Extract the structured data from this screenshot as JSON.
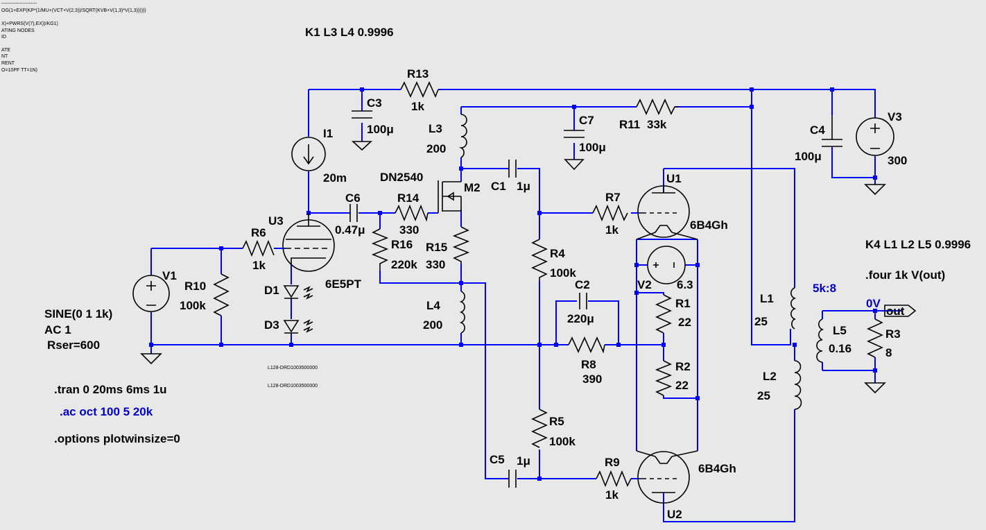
{
  "header_lines": [
    "----------------------",
    "OG(1+EXP(KP*(1/MU+(VCT+V(2,3))/SQRT(KVB+V(1,3)*V(1,3))))))",
    "",
    "X)+PWRS(V(7),EX))/KG1)",
    "ATING NODES",
    "ID",
    "",
    "ATE",
    "NT",
    "RENT",
    "O=10PF TT=1N)"
  ],
  "directives": {
    "k1": "K1 L3 L4 0.9996",
    "k4": "K4 L1 L2 L5 0.9996",
    "four": ".four 1k V(out)",
    "tran": ".tran 0 20ms 6ms 1u",
    "ac": ".ac oct 100 5 20k",
    "options": ".options plotwinsize=0"
  },
  "source_v1": {
    "line1": "SINE(0 1 1k)",
    "line2": "AC 1",
    "line3": "Rser=600"
  },
  "diode_model_1": "L128-DRD1003500000",
  "diode_model_2": "L128-DRD1003500000",
  "components": {
    "R13": {
      "name": "R13",
      "value": "1k"
    },
    "C3": {
      "name": "C3",
      "value": "100μ"
    },
    "I1": {
      "name": "I1",
      "value": "20m"
    },
    "L3": {
      "name": "L3",
      "value": "200"
    },
    "C7": {
      "name": "C7",
      "value": "100μ"
    },
    "R11": {
      "name": "R11",
      "value": "33k"
    },
    "C4": {
      "name": "C4",
      "value": "100μ"
    },
    "V3": {
      "name": "V3",
      "value": "300"
    },
    "M2": {
      "name": "M2",
      "value": "DN2540"
    },
    "C1": {
      "name": "C1",
      "value": "1μ"
    },
    "U1": {
      "name": "U1",
      "value": "6B4Gh"
    },
    "C6": {
      "name": "C6",
      "value": "0.47μ"
    },
    "R14": {
      "name": "R14",
      "value": "330"
    },
    "R7": {
      "name": "R7",
      "value": "1k"
    },
    "U3": {
      "name": "U3",
      "value": "6E5PT"
    },
    "R6": {
      "name": "R6",
      "value": "1k"
    },
    "R16": {
      "name": "R16",
      "value": "220k"
    },
    "R15": {
      "name": "R15",
      "value": "330"
    },
    "R4": {
      "name": "R4",
      "value": "100k"
    },
    "V1": {
      "name": "V1"
    },
    "R10": {
      "name": "R10",
      "value": "100k"
    },
    "V2": {
      "name": "V2",
      "value": "6.3"
    },
    "D1": {
      "name": "D1"
    },
    "D3": {
      "name": "D3"
    },
    "L4": {
      "name": "L4",
      "value": "200"
    },
    "C2": {
      "name": "C2",
      "value": "220μ"
    },
    "R1": {
      "name": "R1",
      "value": "22"
    },
    "R8": {
      "name": "R8",
      "value": "390"
    },
    "R2": {
      "name": "R2",
      "value": "22"
    },
    "L1": {
      "name": "L1",
      "value": "25"
    },
    "L5": {
      "name": "L5",
      "value": "0.16"
    },
    "R3": {
      "name": "R3",
      "value": "8"
    },
    "L2": {
      "name": "L2",
      "value": "25"
    },
    "R5": {
      "name": "R5",
      "value": "100k"
    },
    "C5": {
      "name": "C5",
      "value": "1μ"
    },
    "R9": {
      "name": "R9",
      "value": "1k"
    },
    "U2": {
      "name": "U2",
      "value": "6B4Gh"
    }
  },
  "ratio_label": "5k:8",
  "out_voltage": "0V",
  "out_port": "out",
  "colors": {
    "background": "#e8e8e8",
    "wire": "#0000ff",
    "component": "#000000",
    "directive_blue": "#0000cc"
  }
}
